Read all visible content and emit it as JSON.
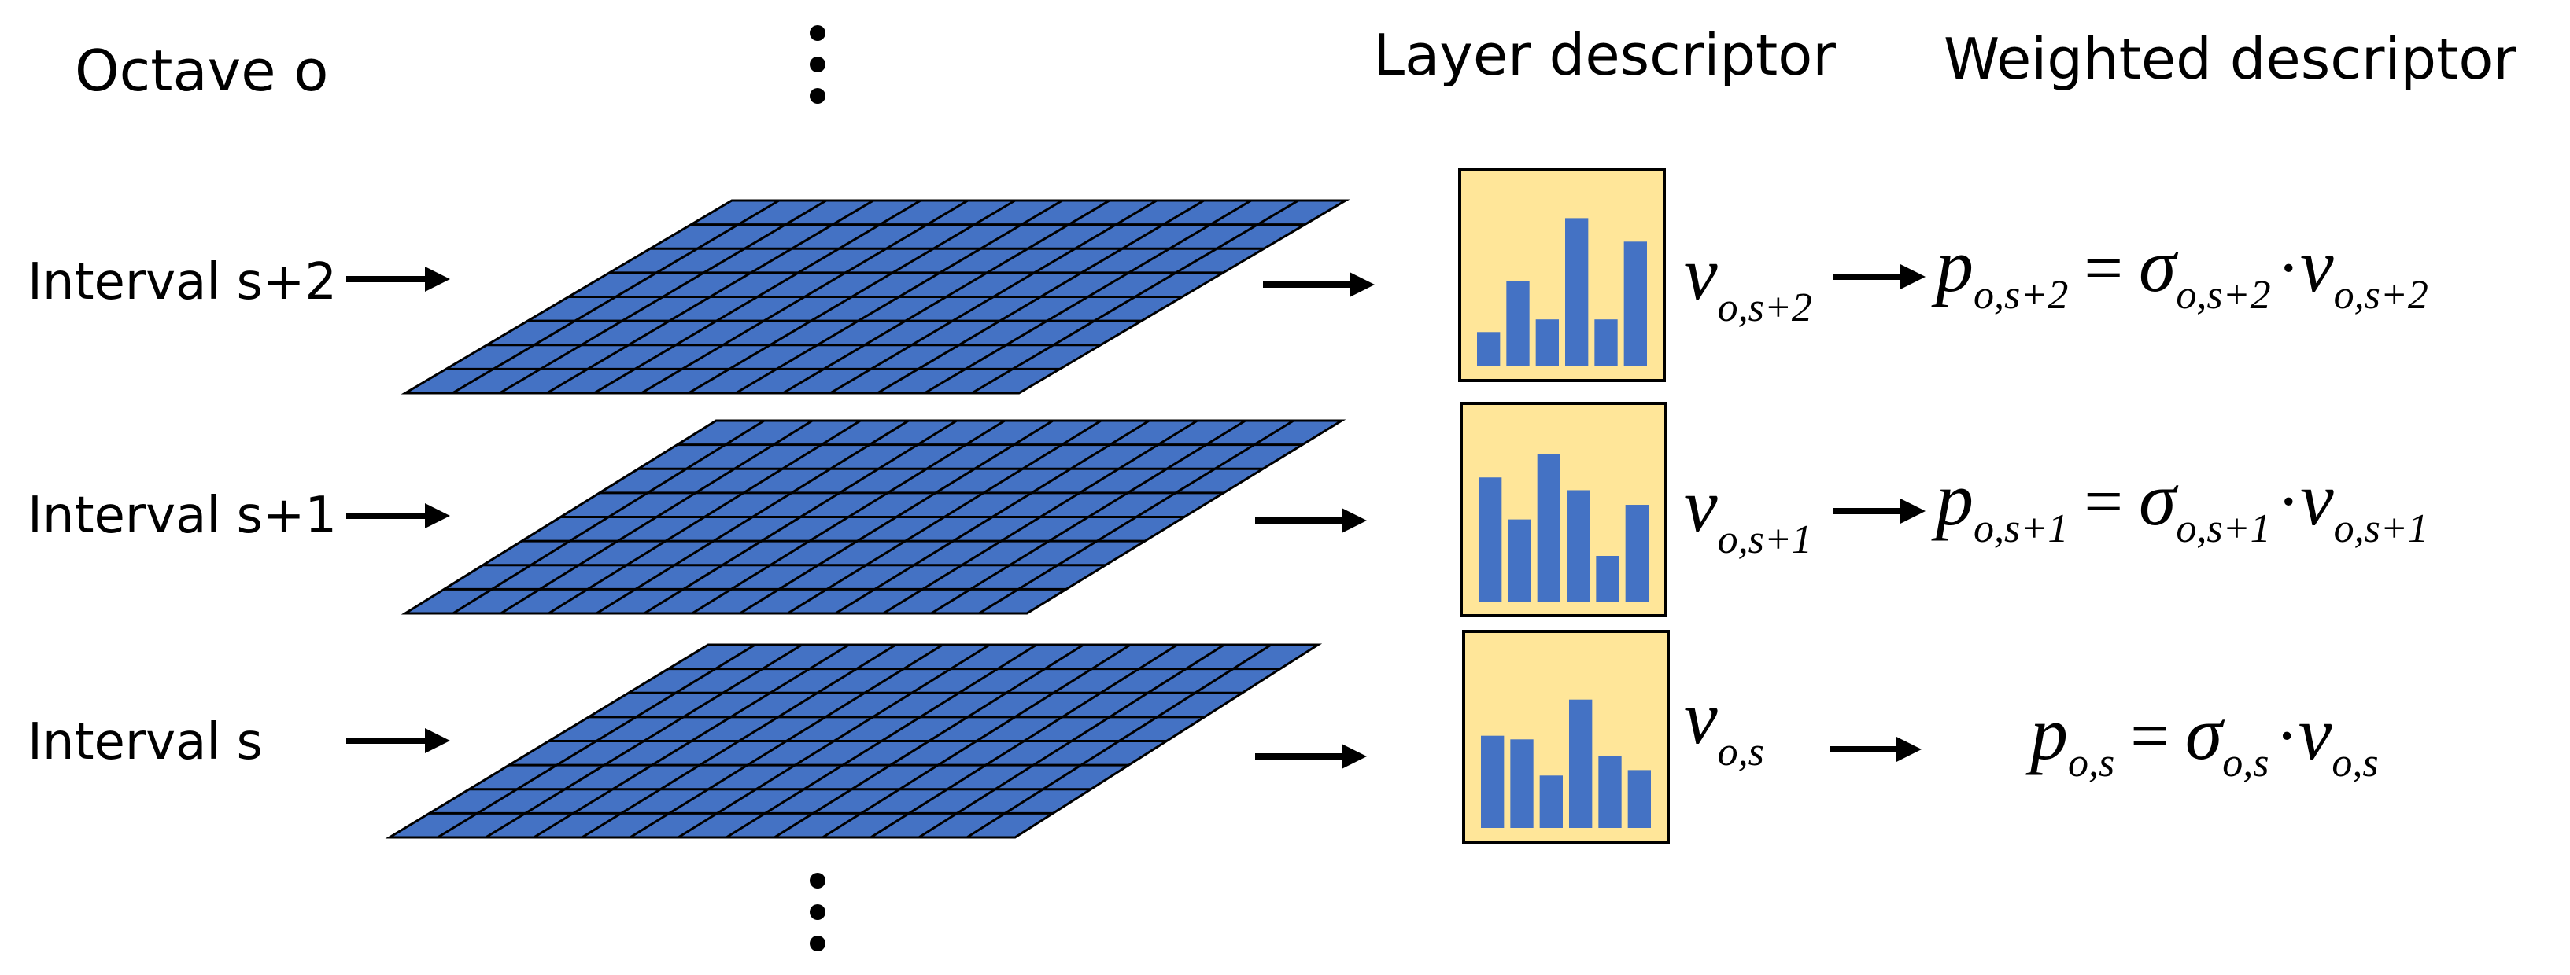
{
  "header": {
    "octave_label": "Octave o",
    "layer_descriptor_title": "Layer descriptor",
    "weighted_descriptor_title": "Weighted descriptor"
  },
  "colors": {
    "grid_fill": "#4472C4",
    "grid_line": "#000000",
    "histogram_bg": "#FFE699",
    "histogram_bar": "#4472C4",
    "arrow": "#000000"
  },
  "icons": {
    "ellipsis_top": "vertical-ellipsis-icon",
    "ellipsis_bottom": "vertical-ellipsis-icon",
    "arrow": "right-arrow-icon",
    "histogram": "histogram-icon"
  },
  "grid": {
    "rows": 8,
    "cols": 13
  },
  "layers": [
    {
      "interval_label": "Interval s+2",
      "histogram_values": [
        0.19,
        0.47,
        0.26,
        0.82,
        0.26,
        0.69
      ],
      "layer_var": "v",
      "layer_sub": "o,s+2",
      "weighted_var": "p",
      "weighted_sub": "o,s+2",
      "equals": "=",
      "weight_var": "σ",
      "weight_sub": "o,s+2",
      "dot": "·",
      "rhs_var": "v",
      "rhs_sub": "o,s+2"
    },
    {
      "interval_label": "Interval s+1",
      "histogram_values": [
        0.68,
        0.45,
        0.81,
        0.61,
        0.25,
        0.53
      ],
      "layer_var": "v",
      "layer_sub": "o,s+1",
      "weighted_var": "p",
      "weighted_sub": "o,s+1",
      "equals": "=",
      "weight_var": "σ",
      "weight_sub": "o,s+1",
      "dot": "·",
      "rhs_var": "v",
      "rhs_sub": "o,s+1"
    },
    {
      "interval_label": "Interval s",
      "histogram_values": [
        0.51,
        0.49,
        0.29,
        0.71,
        0.4,
        0.32
      ],
      "layer_var": "v",
      "layer_sub": "o,s",
      "weighted_var": "p",
      "weighted_sub": "o,s",
      "equals": "=",
      "weight_var": "σ",
      "weight_sub": "o,s",
      "dot": "·",
      "rhs_var": "v",
      "rhs_sub": "o,s"
    }
  ]
}
